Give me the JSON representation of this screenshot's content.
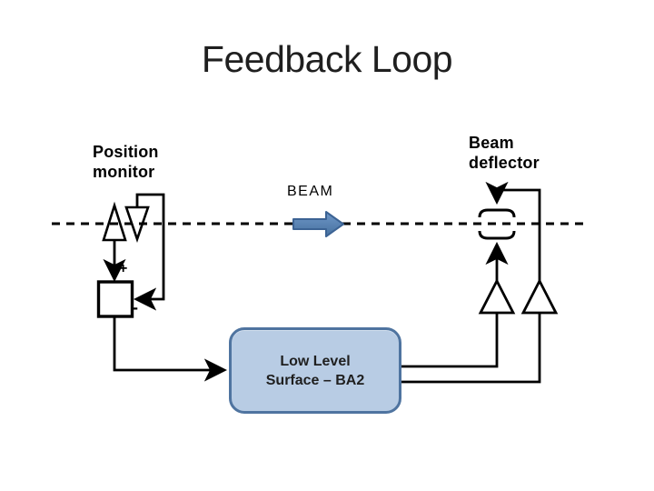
{
  "slide": {
    "title": "Feedback Loop"
  },
  "labels": {
    "position_monitor": {
      "line1": "Position",
      "line2": "monitor"
    },
    "beam_deflector": {
      "line1": "Beam",
      "line2": "deflector"
    },
    "beam": "BEAM",
    "summing_junction": {
      "plus": "+",
      "minus": "-"
    }
  },
  "controller": {
    "line1": "Low Level",
    "line2": "Surface – BA2"
  },
  "colors": {
    "line": "#000000",
    "beam_arrow_fill": "#4f81bd",
    "beam_arrow_border": "#3c6394",
    "controller_fill": "#b8cce4",
    "controller_border": "#4f74a0",
    "title_text": "#1f1f1f",
    "body_text": "#000000"
  }
}
